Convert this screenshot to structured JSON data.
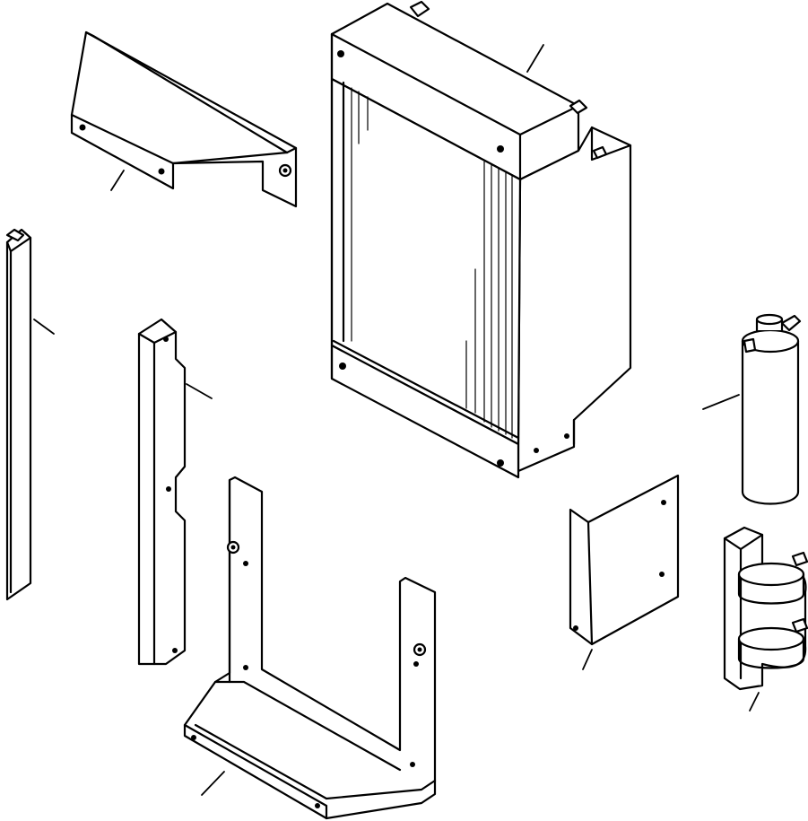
{
  "diagram": {
    "kind": "exploded-parts-view",
    "parts": [
      {
        "id": "radiator",
        "icon": "radiator-core-icon"
      },
      {
        "id": "top-shroud",
        "icon": "shroud-bracket-icon"
      },
      {
        "id": "left-side-strip",
        "icon": "seal-strip-icon"
      },
      {
        "id": "side-bracket",
        "icon": "side-bracket-icon"
      },
      {
        "id": "lower-u-bracket",
        "icon": "u-bracket-icon"
      },
      {
        "id": "angle-bracket",
        "icon": "angle-bracket-icon"
      },
      {
        "id": "reserve-tank",
        "icon": "reserve-tank-icon"
      },
      {
        "id": "tank-band-bracket",
        "icon": "band-bracket-icon"
      }
    ],
    "line_color": "#000000",
    "background": "#ffffff"
  }
}
